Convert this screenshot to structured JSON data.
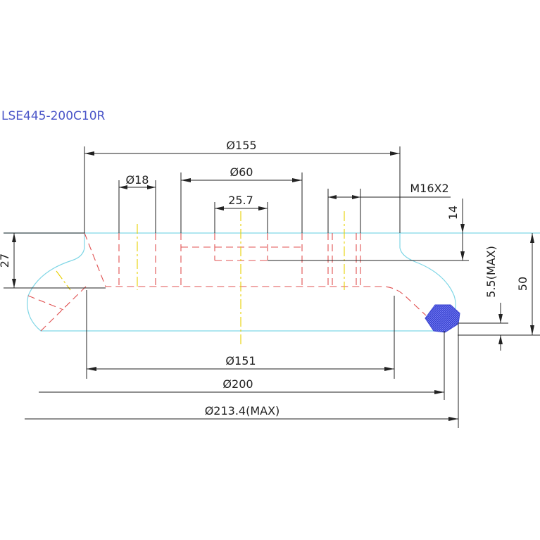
{
  "drawing": {
    "title": "LSE445-200C10R",
    "dims": {
      "d155": "Ø155",
      "d18": "Ø18",
      "d60": "Ø60",
      "d25_7": "25.7",
      "thread": "M16X2",
      "h14": "14",
      "h27": "27",
      "h5_5": "5.5(MAX)",
      "h50": "50",
      "d151": "Ø151",
      "d200": "Ø200",
      "d213_4": "Ø213.4(MAX)"
    },
    "colors": {
      "outline": "#7fd6e6",
      "hidden": "#e05050",
      "center": "#e8d000",
      "gauge_pad": "#3a44d0",
      "title": "#4a55c8"
    }
  }
}
